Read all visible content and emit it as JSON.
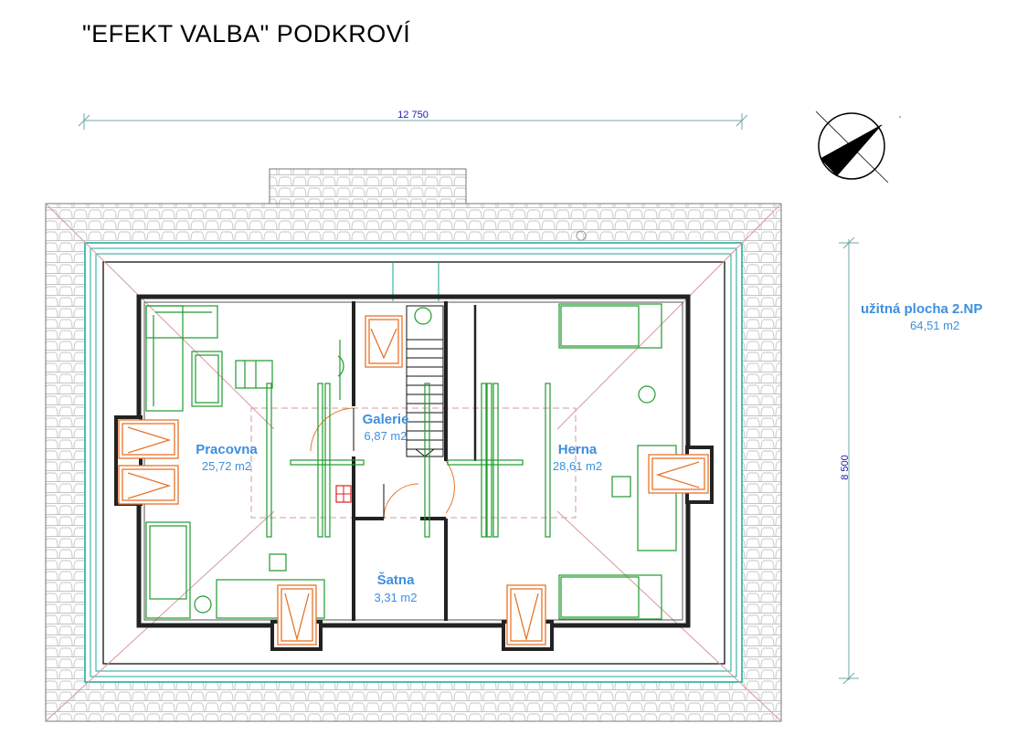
{
  "title": "\"EFEKT VALBA\"  PODKROVÍ",
  "dimensions": {
    "width": "12 750",
    "height": "8 500"
  },
  "summary": {
    "label": "užitná plocha  2.NP",
    "value": "64,51 m2"
  },
  "rooms": [
    {
      "name": "Pracovna",
      "area": "25,72 m2"
    },
    {
      "name": "Galerie",
      "area": "6,87 m2"
    },
    {
      "name": "Herna",
      "area": "28,61 m2"
    },
    {
      "name": "Šatna",
      "area": "3,31 m2"
    }
  ],
  "colors": {
    "wall": "#000000",
    "furniture": "#1f9a2f",
    "window": "#e8742a",
    "insulation": "#17a89a",
    "dimension": "#1b1bb0",
    "room_label": "#3d8fe0",
    "roof_tile": "#c7c7c7",
    "hip_line": "#d4999c"
  },
  "icons": [
    "north-arrow-icon"
  ]
}
